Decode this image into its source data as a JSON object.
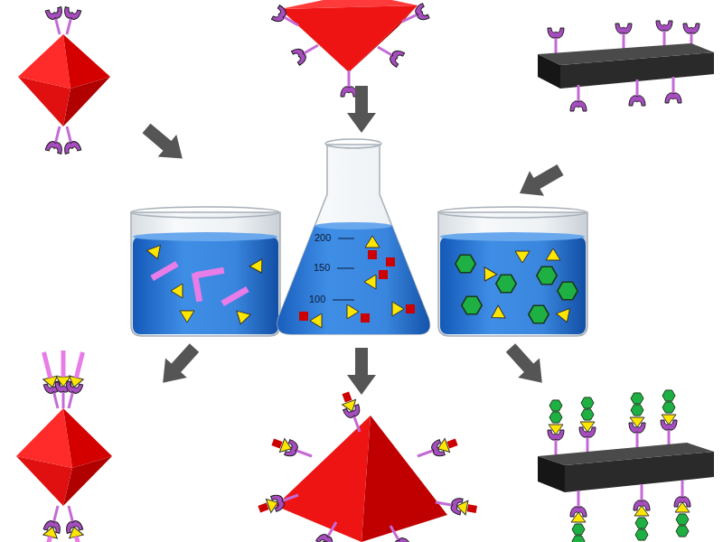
{
  "diagram": {
    "labels": [
      "200",
      "150",
      "100"
    ]
  }
}
